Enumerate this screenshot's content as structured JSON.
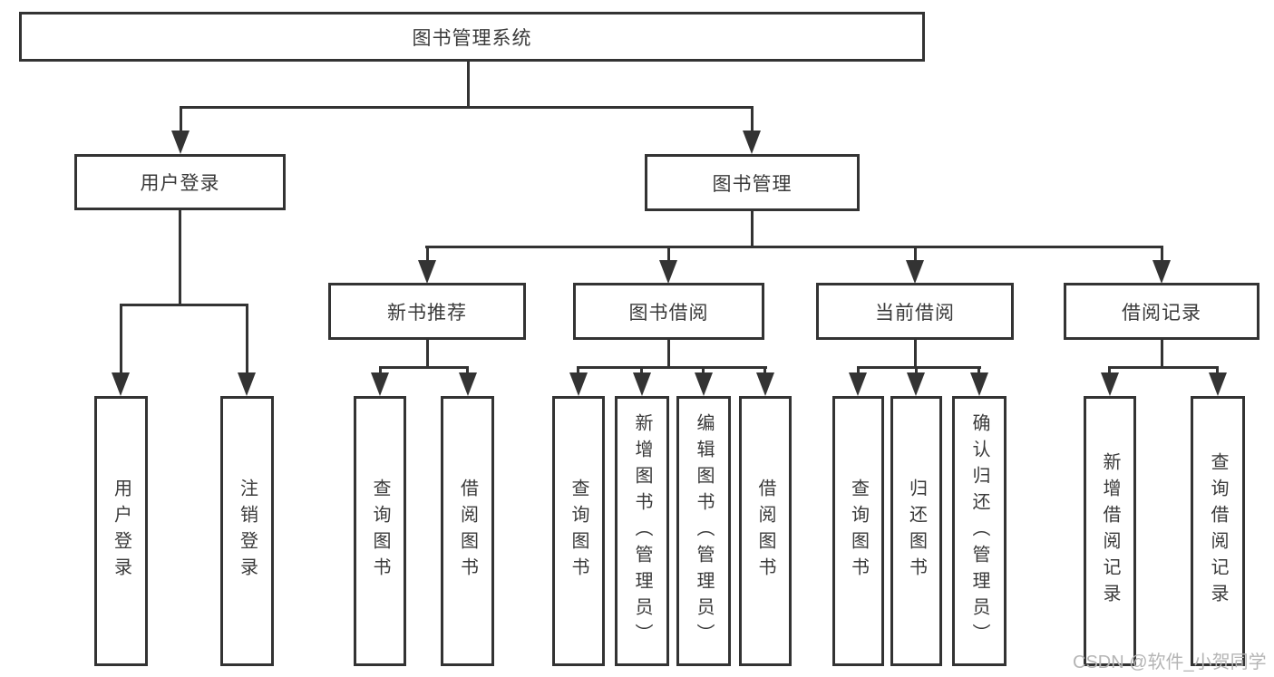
{
  "colors": {
    "line": "#333333",
    "text": "#3a3a3a",
    "background": "#ffffff",
    "watermark": "#b5b5b5"
  },
  "diagram": {
    "root": "图书管理系统",
    "level2": [
      "用户登录",
      "图书管理"
    ],
    "level3": [
      "新书推荐",
      "图书借阅",
      "当前借阅",
      "借阅记录"
    ],
    "leaves_login": [
      "用户登录",
      "注销登录"
    ],
    "leaves_recommend": [
      "查询图书",
      "借阅图书"
    ],
    "leaves_borrow": [
      "查询图书",
      "新增图书（管理员）",
      "编辑图书（管理员）",
      "借阅图书"
    ],
    "leaves_current": [
      "查询图书",
      "归还图书",
      "确认归还（管理员）"
    ],
    "leaves_records": [
      "新增借阅记录",
      "查询借阅记录"
    ]
  },
  "watermark": "CSDN @软件_小贺同学"
}
